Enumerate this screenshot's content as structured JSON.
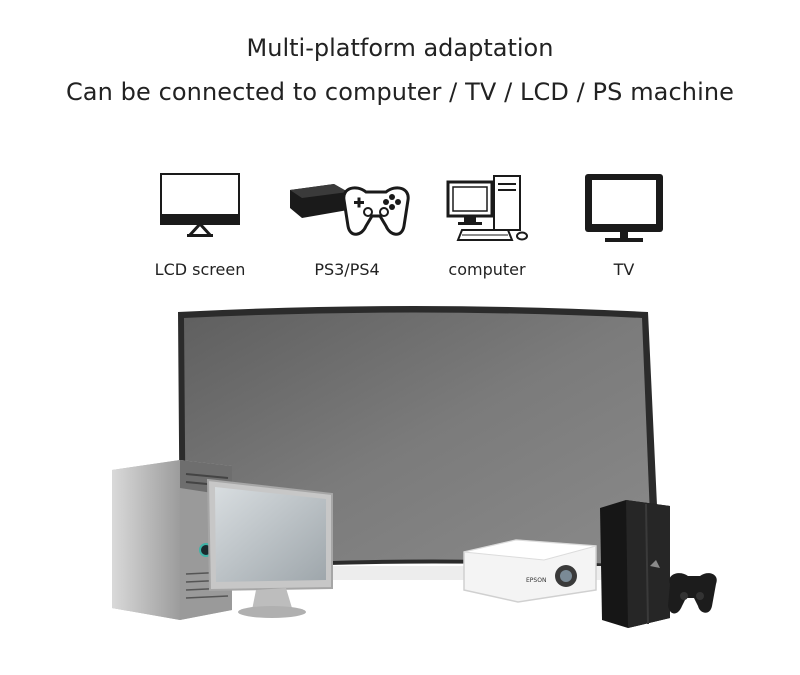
{
  "headline": {
    "line1": "Multi-platform adaptation",
    "line2": "Can be connected to computer / TV / LCD / PS machine"
  },
  "devices": [
    {
      "label": "LCD screen",
      "icon": "lcd-monitor-icon"
    },
    {
      "label": "PS3/PS4",
      "icon": "game-console-icon"
    },
    {
      "label": "computer",
      "icon": "desktop-computer-icon"
    },
    {
      "label": "TV",
      "icon": "tv-icon"
    }
  ],
  "product": {
    "projector_brand": "EPSON"
  },
  "colors": {
    "icon": "#1a1a1a",
    "screen_surface": "#777777",
    "screen_frame": "#2b2b2b"
  }
}
